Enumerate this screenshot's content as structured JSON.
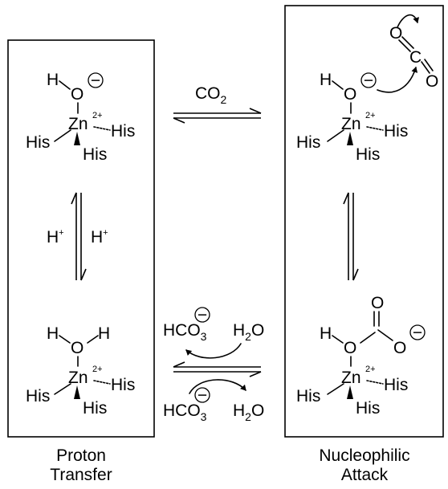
{
  "panels": {
    "left_caption_line1": "Proton",
    "left_caption_line2": "Transfer",
    "right_caption_line1": "Nucleophilic",
    "right_caption_line2": "Attack"
  },
  "atoms": {
    "H": "H",
    "O": "O",
    "C": "C",
    "Zn": "Zn",
    "His": "His",
    "zn_charge": "2+",
    "minus": "−",
    "plus": "+"
  },
  "reagents": {
    "co2_base": "CO",
    "co2_sub": "2",
    "h_plus": "H",
    "hco3_base": "HCO",
    "hco3_sub": "3",
    "h2o_h": "H",
    "h2o_sub": "2",
    "h2o_o": "O"
  }
}
